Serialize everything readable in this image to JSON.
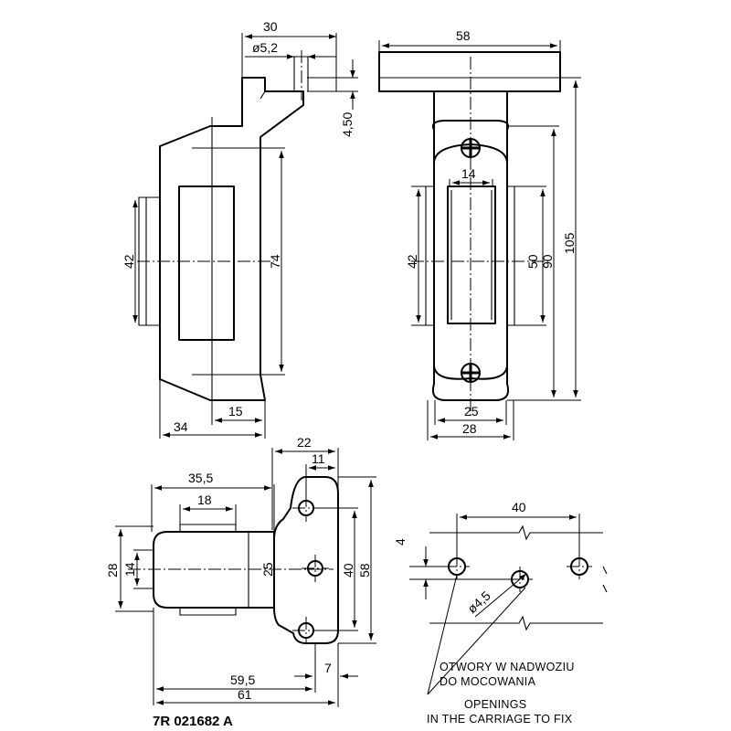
{
  "part_number": "7R 021682 A",
  "note_polish": [
    "OTWORY W NADWOZIU",
    "DO MOCOWANIA"
  ],
  "note_english": [
    "OPENINGS",
    "IN THE CARRIAGE TO FIX"
  ],
  "side_view": {
    "width_top": "30",
    "hole_diameter": "ø5,2",
    "flange_thickness": "4,50",
    "height_left": "42",
    "height_inner": "74",
    "base_width": "15",
    "depth": "34"
  },
  "front_view": {
    "flange_width": "58",
    "slot_width": "14",
    "height_left": "42",
    "slot_height": "50",
    "hole_spacing": "90",
    "total_height": "105",
    "body_inner_width": "25",
    "body_width": "28"
  },
  "top_view": {
    "body_length": "35,5",
    "body_inner": "18",
    "width": "28",
    "inner_width": "14",
    "flange_width": "22",
    "hole_offset": "11",
    "hole_center": "25",
    "hole_spacing": "40",
    "flange_height": "58",
    "hole_edge": "7",
    "overall_to_hole": "59,5",
    "overall_length": "61"
  },
  "hole_pattern": {
    "spacing": "40",
    "offset": "4",
    "hole_diameter": "ø4,5"
  }
}
